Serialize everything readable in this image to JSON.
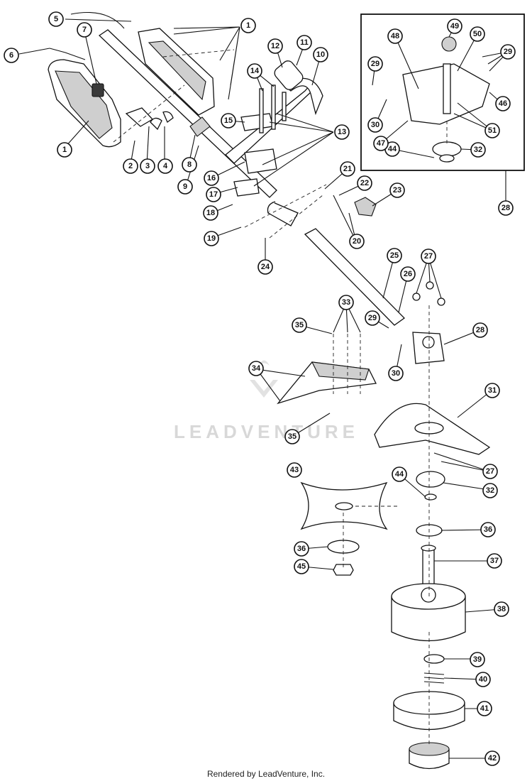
{
  "callouts": [
    {
      "id": "c1a",
      "label": "1"
    },
    {
      "id": "c1b",
      "label": "1"
    },
    {
      "id": "c2",
      "label": "2"
    },
    {
      "id": "c3",
      "label": "3"
    },
    {
      "id": "c4",
      "label": "4"
    },
    {
      "id": "c5",
      "label": "5"
    },
    {
      "id": "c6",
      "label": "6"
    },
    {
      "id": "c7",
      "label": "7"
    },
    {
      "id": "c8",
      "label": "8"
    },
    {
      "id": "c9",
      "label": "9"
    },
    {
      "id": "c10",
      "label": "10"
    },
    {
      "id": "c11",
      "label": "11"
    },
    {
      "id": "c12",
      "label": "12"
    },
    {
      "id": "c13",
      "label": "13"
    },
    {
      "id": "c14",
      "label": "14"
    },
    {
      "id": "c15",
      "label": "15"
    },
    {
      "id": "c16",
      "label": "16"
    },
    {
      "id": "c17",
      "label": "17"
    },
    {
      "id": "c18",
      "label": "18"
    },
    {
      "id": "c19",
      "label": "19"
    },
    {
      "id": "c20",
      "label": "20"
    },
    {
      "id": "c21",
      "label": "21"
    },
    {
      "id": "c22",
      "label": "22"
    },
    {
      "id": "c23",
      "label": "23"
    },
    {
      "id": "c24",
      "label": "24"
    },
    {
      "id": "c25",
      "label": "25"
    },
    {
      "id": "c26",
      "label": "26"
    },
    {
      "id": "c27a",
      "label": "27"
    },
    {
      "id": "c27b",
      "label": "27"
    },
    {
      "id": "c28a",
      "label": "28"
    },
    {
      "id": "c28b",
      "label": "28"
    },
    {
      "id": "c29a",
      "label": "29"
    },
    {
      "id": "c29b",
      "label": "29"
    },
    {
      "id": "c29c",
      "label": "29"
    },
    {
      "id": "c30a",
      "label": "30"
    },
    {
      "id": "c30b",
      "label": "30"
    },
    {
      "id": "c31",
      "label": "31"
    },
    {
      "id": "c32a",
      "label": "32"
    },
    {
      "id": "c32b",
      "label": "32"
    },
    {
      "id": "c33",
      "label": "33"
    },
    {
      "id": "c34",
      "label": "34"
    },
    {
      "id": "c35a",
      "label": "35"
    },
    {
      "id": "c35b",
      "label": "35"
    },
    {
      "id": "c36a",
      "label": "36"
    },
    {
      "id": "c36b",
      "label": "36"
    },
    {
      "id": "c37",
      "label": "37"
    },
    {
      "id": "c38",
      "label": "38"
    },
    {
      "id": "c39",
      "label": "39"
    },
    {
      "id": "c40",
      "label": "40"
    },
    {
      "id": "c41",
      "label": "41"
    },
    {
      "id": "c42",
      "label": "42"
    },
    {
      "id": "c43",
      "label": "43"
    },
    {
      "id": "c44a",
      "label": "44"
    },
    {
      "id": "c44b",
      "label": "44"
    },
    {
      "id": "c45",
      "label": "45"
    },
    {
      "id": "c46",
      "label": "46"
    },
    {
      "id": "c47",
      "label": "47"
    },
    {
      "id": "c48",
      "label": "48"
    },
    {
      "id": "c49",
      "label": "49"
    },
    {
      "id": "c50",
      "label": "50"
    },
    {
      "id": "c51",
      "label": "51"
    }
  ],
  "watermark": "LEADVENTURE",
  "footer": "Rendered by LeadVenture, Inc."
}
